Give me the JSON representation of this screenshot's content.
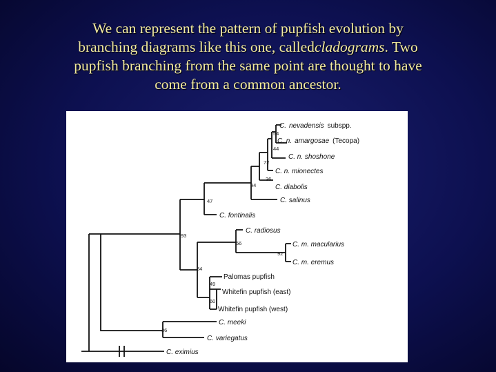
{
  "caption": {
    "line1": "We can represent the pattern of pupfish evolution by",
    "line2_pre": "branching diagrams like this one, called",
    "line2_em": "cladograms",
    "line2_post": ". Two",
    "line3": "pupfish branching from the same point are thought to have",
    "line4": "come from a common ancestor."
  },
  "cladogram": {
    "taxa": {
      "nevadensis_genus": "C.",
      "nevadensis_species": "nevadensis",
      "nevadensis_rank": "subspp.",
      "amargosae_genus": "C. n.",
      "amargosae_species": "amargosae",
      "amargosae_locality": "(Tecopa)",
      "shoshone": "C. n. shoshone",
      "mionectes": "C. n. mionectes",
      "diabolis": "C. diabolis",
      "salinus": "C. salinus",
      "fontinalis": "C. fontinalis",
      "radiosus": "C. radiosus",
      "macularius": "C. m. macularius",
      "eremus": "C. m. eremus",
      "palomas": "Palomas pupfish",
      "whitefin_east": "Whitefin pupfish (east)",
      "whitefin_west": "Whitefin pupfish (west)",
      "meeki": "C. meeki",
      "variegatus": "C. variegatus",
      "eximius": "C. eximius"
    },
    "support": {
      "n54": "54",
      "n44": "44",
      "n72": "72",
      "n36": "36",
      "n94": "94",
      "n47": "47",
      "n93": "93",
      "n56": "56",
      "n92": "92",
      "n34": "34",
      "n49": "49",
      "n60": "60",
      "n36b": "36"
    }
  }
}
